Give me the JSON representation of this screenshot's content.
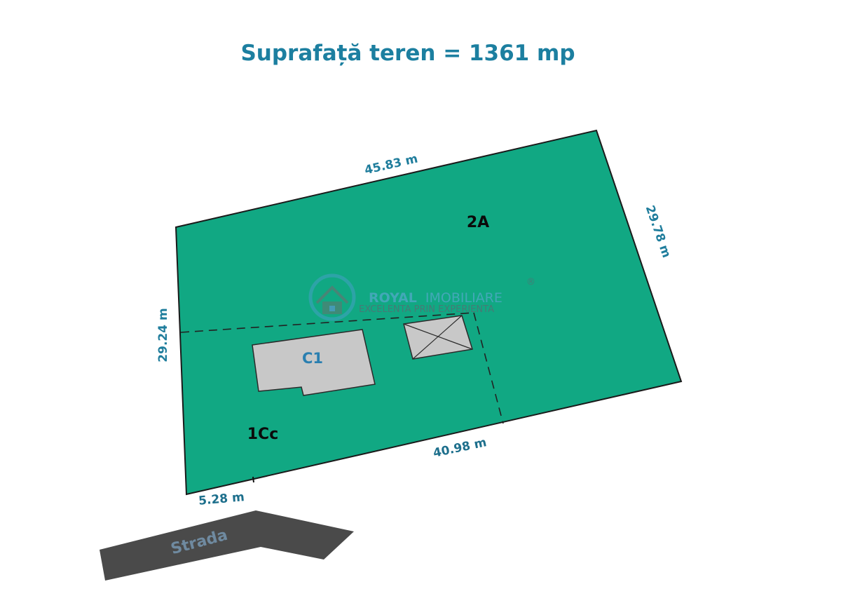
{
  "title": "Suprafață teren = 1361 mp",
  "dimensions": {
    "top": "45.83 m",
    "right": "29.78 m",
    "left": "29.24 m",
    "bottom": "40.98 m",
    "bottom_left": "5.28 m"
  },
  "zones": {
    "upper": "2A",
    "lower": "1Cc"
  },
  "buildings": {
    "main": "C1"
  },
  "street": "Strada",
  "watermark": {
    "brand_royal": "ROYAL",
    "brand_rest": "IMOBILIARE",
    "registered": "®",
    "tagline": "EXCELENTA PRIN EXPERIENTA"
  },
  "colors": {
    "lot_fill": "#11a883",
    "building_fill": "#c8c8c8",
    "street_fill": "#4a4a4a",
    "title_color": "#1c7fa0"
  },
  "icons": {
    "watermark_logo": "house-logo-icon",
    "annex_marker": "crossed-rectangle-icon"
  }
}
